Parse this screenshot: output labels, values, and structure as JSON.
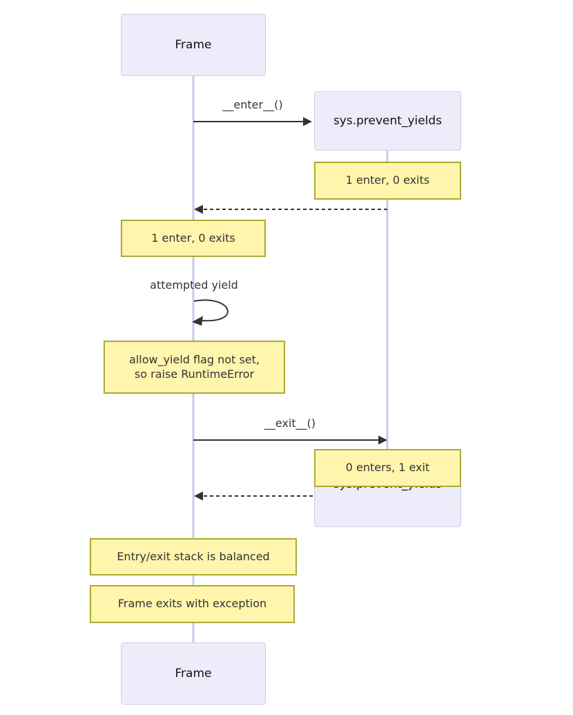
{
  "diagram_type": "sequence-diagram",
  "participants": [
    {
      "id": "frame",
      "label": "Frame"
    },
    {
      "id": "sys",
      "label": "sys.prevent_yields"
    }
  ],
  "participant_boxes": {
    "frame_top": "Frame",
    "sys_created": "sys.prevent_yields",
    "sys_end": "sys.prevent_yields",
    "frame_bottom": "Frame"
  },
  "messages": [
    {
      "label": "__enter__()",
      "from": "Frame",
      "to": "sys.prevent_yields",
      "line": "solid-arrow"
    },
    {
      "label": "",
      "from": "sys.prevent_yields",
      "to": "Frame",
      "line": "dashed-arrow"
    },
    {
      "label": "attempted yield",
      "from": "Frame",
      "to": "Frame",
      "line": "self-loop"
    },
    {
      "label": "__exit__()",
      "from": "Frame",
      "to": "sys.prevent_yields",
      "line": "solid-arrow"
    },
    {
      "label": "",
      "from": "sys.prevent_yields",
      "to": "Frame",
      "line": "dashed-arrow"
    }
  ],
  "notes": [
    {
      "over": "sys.prevent_yields",
      "text": "1 enter, 0 exits"
    },
    {
      "over": "Frame",
      "text": "1 enter, 0 exits"
    },
    {
      "over": "Frame",
      "text": "allow_yield flag not set, so raise RuntimeError",
      "line1": "allow_yield flag not set,",
      "line2": "so raise RuntimeError"
    },
    {
      "over": "sys.prevent_yields",
      "text": "0 enters, 1 exit"
    },
    {
      "over": "Frame",
      "text": "Entry/exit stack is balanced"
    },
    {
      "over": "Frame",
      "text": "Frame exits with exception"
    }
  ],
  "colors": {
    "actor_fill": "#ECECFB",
    "actor_border": "#CFCFE6",
    "note_fill": "#FFF5AD",
    "note_border": "#AAAA33",
    "lifeline": "#CBCBE8",
    "line": "#333333",
    "text": "#333333"
  }
}
